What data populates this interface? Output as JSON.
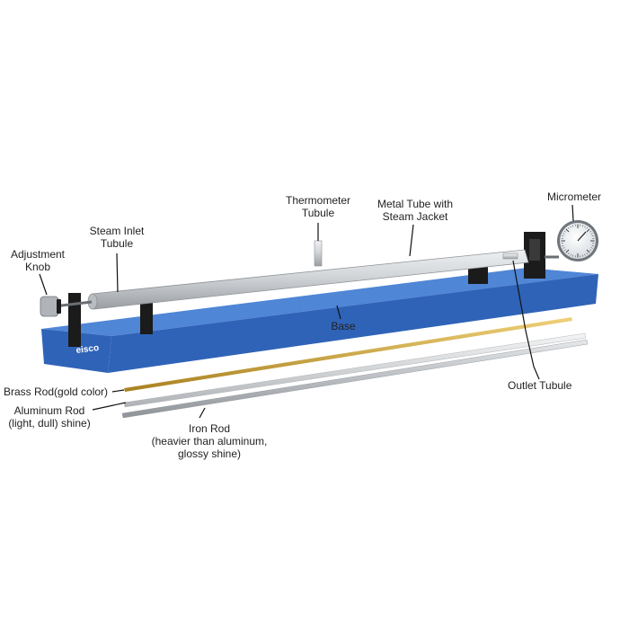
{
  "labels": {
    "adjustment_knob": [
      "Adjustment",
      "Knob"
    ],
    "steam_inlet": [
      "Steam Inlet",
      "Tubule"
    ],
    "thermometer": [
      "Thermometer",
      "Tubule"
    ],
    "metal_tube": [
      "Metal Tube with",
      "Steam Jacket"
    ],
    "micrometer": "Micrometer",
    "base": "Base",
    "outlet": "Outlet Tubule",
    "brass_rod": "Brass Rod(gold color)",
    "aluminum_rod": [
      "Aluminum Rod",
      "(light, dull) shine)"
    ],
    "iron_rod": [
      "Iron Rod",
      "(heavier than aluminum,",
      "glossy shine)"
    ]
  },
  "brand": "eisco",
  "colors": {
    "base_top": "#4f86d6",
    "base_front": "#2f63b8",
    "tube": "#c9cccf",
    "brass": "#c9a43a",
    "aluminum": "#d3d6d9",
    "iron": "#b4b8bc",
    "support": "#1b1b1b"
  }
}
